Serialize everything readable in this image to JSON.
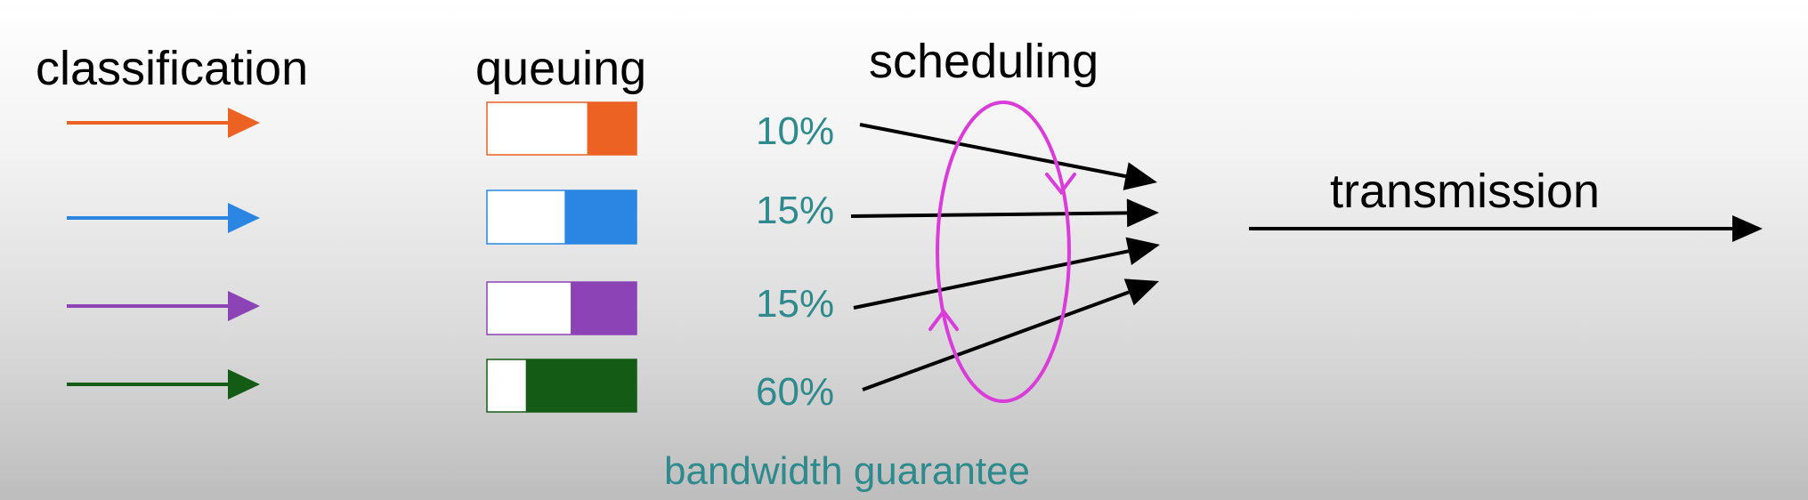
{
  "headers": {
    "classification": "classification",
    "queuing": "queuing",
    "scheduling": "scheduling",
    "transmission": "transmission"
  },
  "percentages": [
    "10%",
    "15%",
    "15%",
    "60%"
  ],
  "footer": "bandwidth guarantee",
  "classes": [
    {
      "color": "#ec6222",
      "queue_fill": 0.33
    },
    {
      "color": "#2a86e2",
      "queue_fill": 0.48
    },
    {
      "color": "#8b43b5",
      "queue_fill": 0.44
    },
    {
      "color": "#145c15",
      "queue_fill": 0.74
    }
  ],
  "colors": {
    "scheduler_loop": "#d93cd8",
    "percent_text": "#2e8a8c",
    "arrow": "#000000"
  },
  "icons": {
    "scheduler": "round-robin-loop-icon"
  }
}
